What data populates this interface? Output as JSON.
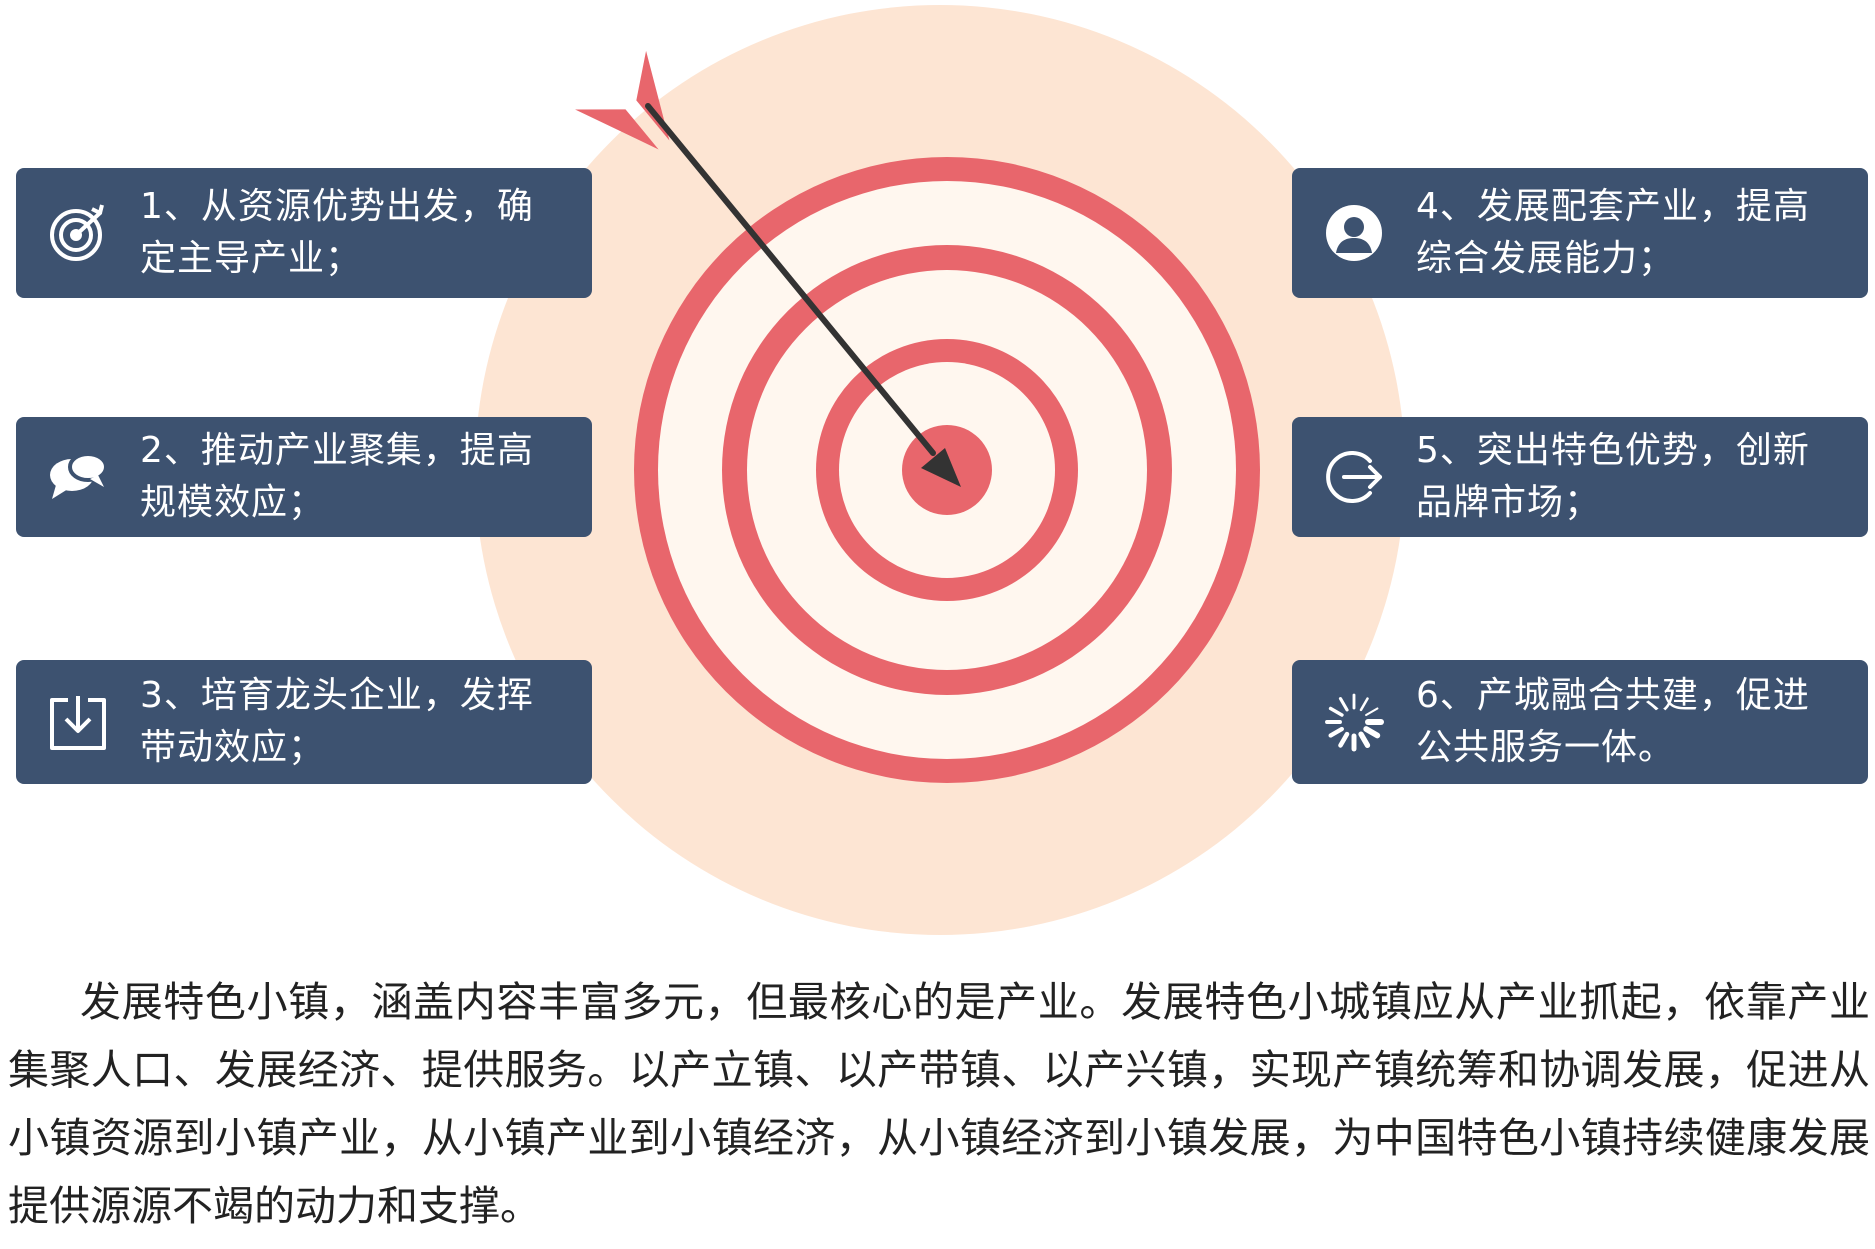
{
  "colors": {
    "card_bg": "#3d5270",
    "halo": "#fde5d3",
    "ring_red": "#e8666c",
    "ring_light": "#fff7ef",
    "arrow": "#333333",
    "fletching": "#e8666c"
  },
  "cards": [
    {
      "icon": "target-icon",
      "text": "1、从资源优势出发，确定主导产业；"
    },
    {
      "icon": "chat-bubbles-icon",
      "text": "2、推动产业聚集，提高规模效应；"
    },
    {
      "icon": "download-tray-icon",
      "text": "3、培育龙头企业，发挥带动效应；"
    },
    {
      "icon": "user-avatar-icon",
      "text": "4、发展配套产业，提高综合发展能力；"
    },
    {
      "icon": "exit-arrow-icon",
      "text": "5、突出特色优势，创新品牌市场；"
    },
    {
      "icon": "loading-spinner-icon",
      "text": "6、产城融合共建，促进公共服务一体。"
    }
  ],
  "description": "发展特色小镇，涵盖内容丰富多元，但最核心的是产业。发展特色小城镇应从产业抓起，依靠产业集聚人口、发展经济、提供服务。以产立镇、以产带镇、以产兴镇，实现产镇统筹和协调发展，促进从小镇资源到小镇产业，从小镇产业到小镇经济，从小镇经济到小镇发展，为中国特色小镇持续健康发展提供源源不竭的动力和支撑。"
}
